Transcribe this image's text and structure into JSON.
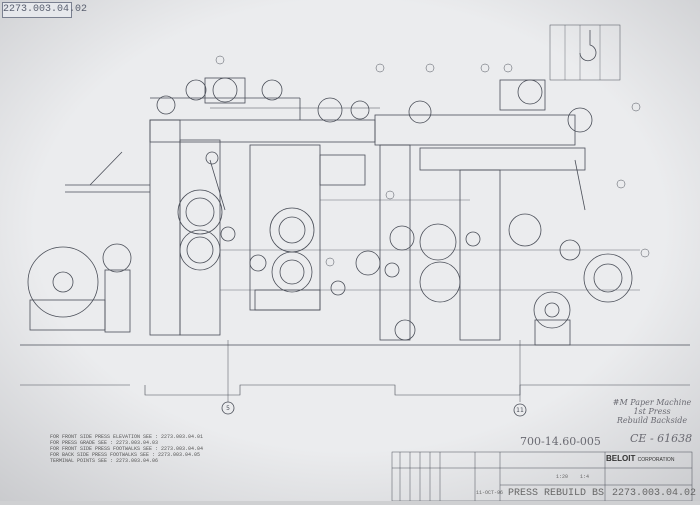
{
  "drawing_stamp": "2273.003.04.02",
  "reference_notes": [
    {
      "text": "FOR FRONT SIDE PRESS ELEVATION SEE",
      "ref": "2273.003.04.01"
    },
    {
      "text": "FOR PRESS GRADE SEE",
      "ref": "2273.003.04.03"
    },
    {
      "text": "FOR FRONT SIDE PRESS FOOTWALKS SEE",
      "ref": "2273.003.04.04"
    },
    {
      "text": "FOR BACK SIDE PRESS FOOTWALKS SEE",
      "ref": "2273.003.04.05"
    },
    {
      "text": "TERMINAL POINTS SEE",
      "ref": "2273.003.04.06"
    }
  ],
  "grid_markers": [
    "5",
    "11"
  ],
  "handwritten": {
    "note_lines": [
      "#M Paper Machine",
      "1st Press",
      "Rebuild Backside"
    ],
    "ce_number": "CE - 61638",
    "job_number": "700-14.60-005"
  },
  "title_block": {
    "company": "BELOIT",
    "company_suffix": "CORPORATION",
    "title": "PRESS REBUILD BS",
    "drawing_number": "2273.003.04.02",
    "date": "11-OCT-96",
    "scale": "1:20",
    "size": "1:4"
  },
  "colors": {
    "paper": "#e9eaec",
    "ink": "#4a4e58"
  }
}
